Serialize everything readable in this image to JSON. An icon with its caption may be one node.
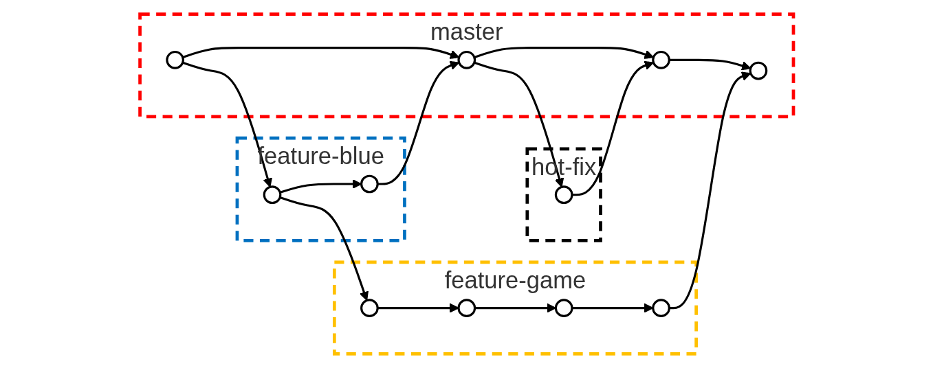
{
  "diagram": {
    "nodes": [
      {
        "text": [
          "hot-fix"
        ]
      },
      {
        "text": [],
        "shape": "circle",
        "in": 0
      },
      {
        "text": [
          "master"
        ]
      },
      {
        "text": [],
        "shape": "circle",
        "in": 2
      },
      {
        "text": [],
        "shape": "circle",
        "in": 2
      },
      {
        "text": [],
        "shape": "circle",
        "in": 2
      },
      {
        "text": [],
        "shape": "circle",
        "in": 2
      },
      {
        "text": [
          "feature-blue"
        ]
      },
      {
        "text": [],
        "shape": "circle",
        "in": 7
      },
      {
        "text": [],
        "shape": "circle",
        "in": 7
      },
      {
        "text": [
          "feature-game"
        ]
      },
      {
        "text": [],
        "shape": "circle",
        "in": 10
      },
      {
        "text": [],
        "shape": "circle",
        "in": 10
      },
      {
        "text": [],
        "shape": "circle",
        "in": 10
      },
      {
        "text": [],
        "shape": "circle",
        "in": 10
      }
    ],
    "edges": [
      {
        "from": 3,
        "to": 4,
        "arrow": "to"
      },
      {
        "from": 4,
        "to": 5,
        "arrow": "to"
      },
      {
        "from": 5,
        "to": 6,
        "arrow": "to"
      },
      {
        "from": 4,
        "to": 1,
        "arrow": "to"
      },
      {
        "from": 1,
        "to": 5,
        "arrow": "to"
      },
      {
        "from": 3,
        "to": 8,
        "arrow": "to"
      },
      {
        "from": 8,
        "to": 9,
        "arrow": "to"
      },
      {
        "from": 9,
        "to": 4,
        "arrow": "to"
      },
      {
        "from": 8,
        "to": 11,
        "arrow": "to"
      },
      {
        "from": 11,
        "to": 12,
        "arrow": "to"
      },
      {
        "from": 12,
        "to": 13,
        "arrow": "to"
      },
      {
        "from": 13,
        "to": 14,
        "arrow": "to"
      },
      {
        "from": 14,
        "to": 6,
        "arrow": "to"
      }
    ]
  }
}
